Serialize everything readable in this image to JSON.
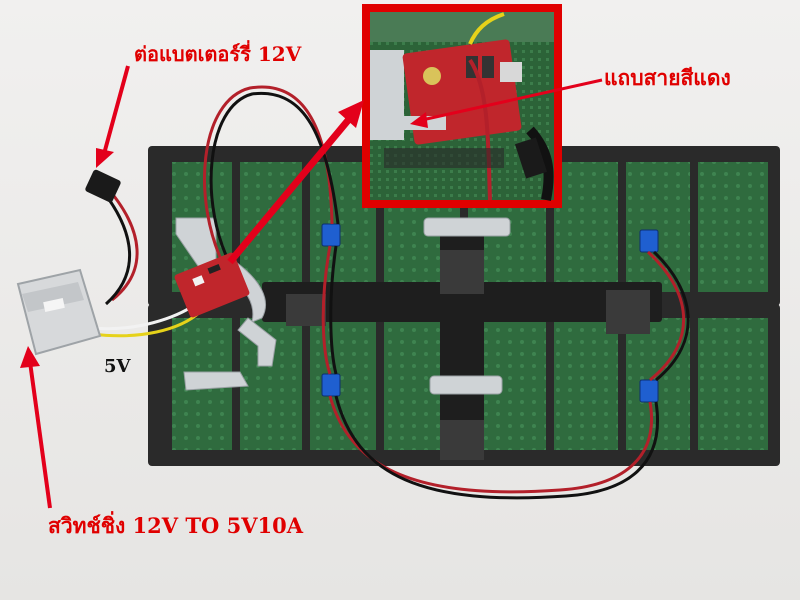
{
  "labels": {
    "battery": "ต่อแบตเตอร์รี่ 12V",
    "ribbon": "แถบสายสีแดง",
    "five_volt": "5V",
    "psu": "สวิทช์ชิ่ง 12V TO 5V10A"
  },
  "colors": {
    "label_text": "#e00000",
    "five_volt_text": "#111111",
    "arrow": "#e3001b",
    "frame": "#2a2a2a",
    "pcb": "#2f6b3e",
    "controller_board": "#c0262c",
    "ribbon_cable": "#cfd3d6",
    "wire_red": "#b3202a",
    "wire_black": "#111111",
    "wire_yellow": "#e6d21a",
    "psu_case": "#d7d9db"
  }
}
